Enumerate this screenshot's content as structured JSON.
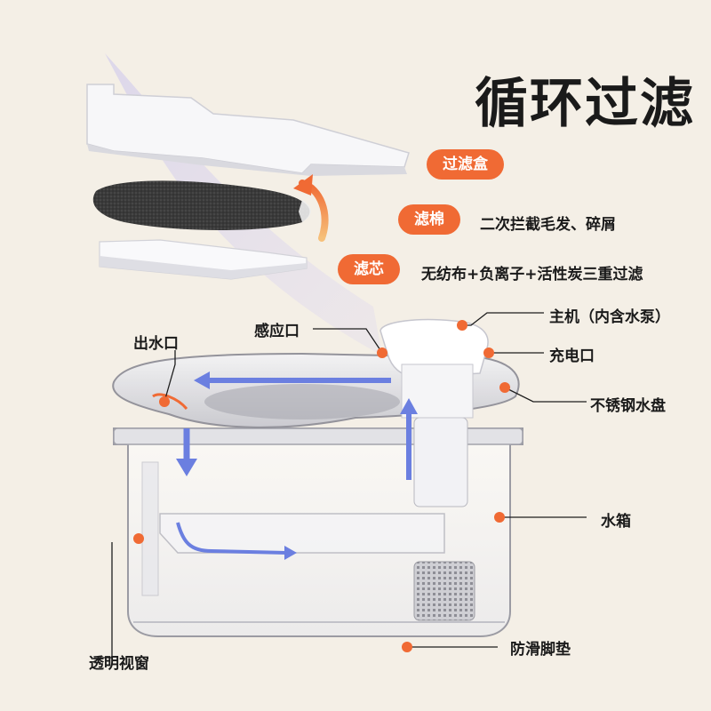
{
  "title": "循环过滤",
  "filters": [
    {
      "name": "过滤盒",
      "desc": ""
    },
    {
      "name": "滤棉",
      "desc": "二次拦截毛发、碎屑"
    },
    {
      "name": "滤芯",
      "desc": "无纺布+负离子+活性炭三重过滤"
    }
  ],
  "labels": {
    "sensor": "感应口",
    "outlet": "出水口",
    "main_unit": "主机（内含水泵）",
    "charge_port": "充电口",
    "steel_tray": "不锈钢水盘",
    "tank": "水箱",
    "window": "透明视窗",
    "feet": "防滑脚垫"
  },
  "colors": {
    "accent": "#f06a34",
    "background": "#f4efe6",
    "flow_arrow": "#6b7fe0"
  }
}
